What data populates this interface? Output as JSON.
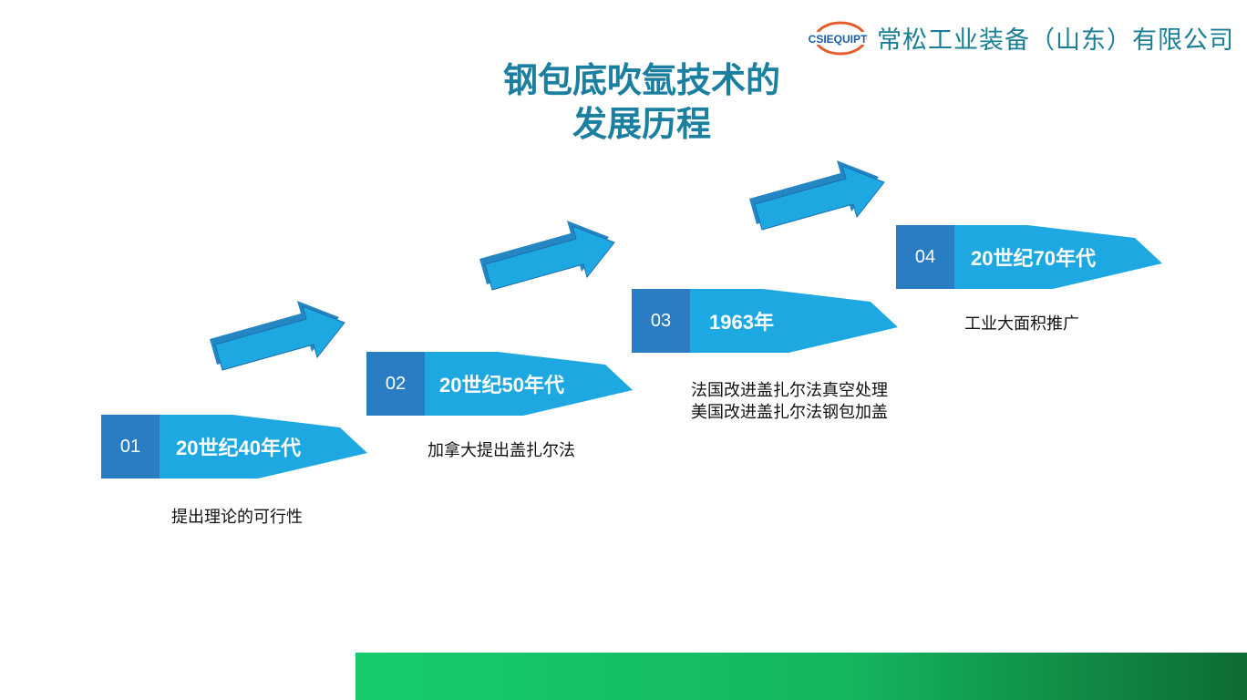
{
  "header": {
    "logo_text": "CSIEQUIPT",
    "company": "常松工业装备（山东）有限公司"
  },
  "title": {
    "line1": "钢包底吹氩技术的",
    "line2": "发展历程"
  },
  "steps": [
    {
      "num": "01",
      "period": "20世纪40年代",
      "desc": [
        "提出理论的可行性"
      ]
    },
    {
      "num": "02",
      "period": "20世纪50年代",
      "desc": [
        "加拿大提出盖扎尔法"
      ]
    },
    {
      "num": "03",
      "period": "1963年",
      "desc": [
        "法国改进盖扎尔法真空处理",
        "美国改进盖扎尔法钢包加盖"
      ]
    },
    {
      "num": "04",
      "period": "20世纪70年代",
      "desc": [
        "工业大面积推广"
      ]
    }
  ],
  "colors": {
    "banner": "#1ea8e2",
    "number_box": "#2a7dc2",
    "title": "#1b7fa0",
    "company": "#1a7f95",
    "footer_start": "#16cc6a",
    "footer_end": "#0e6c34"
  },
  "icons": [
    "company-logo",
    "arrow-up-right-icon"
  ]
}
